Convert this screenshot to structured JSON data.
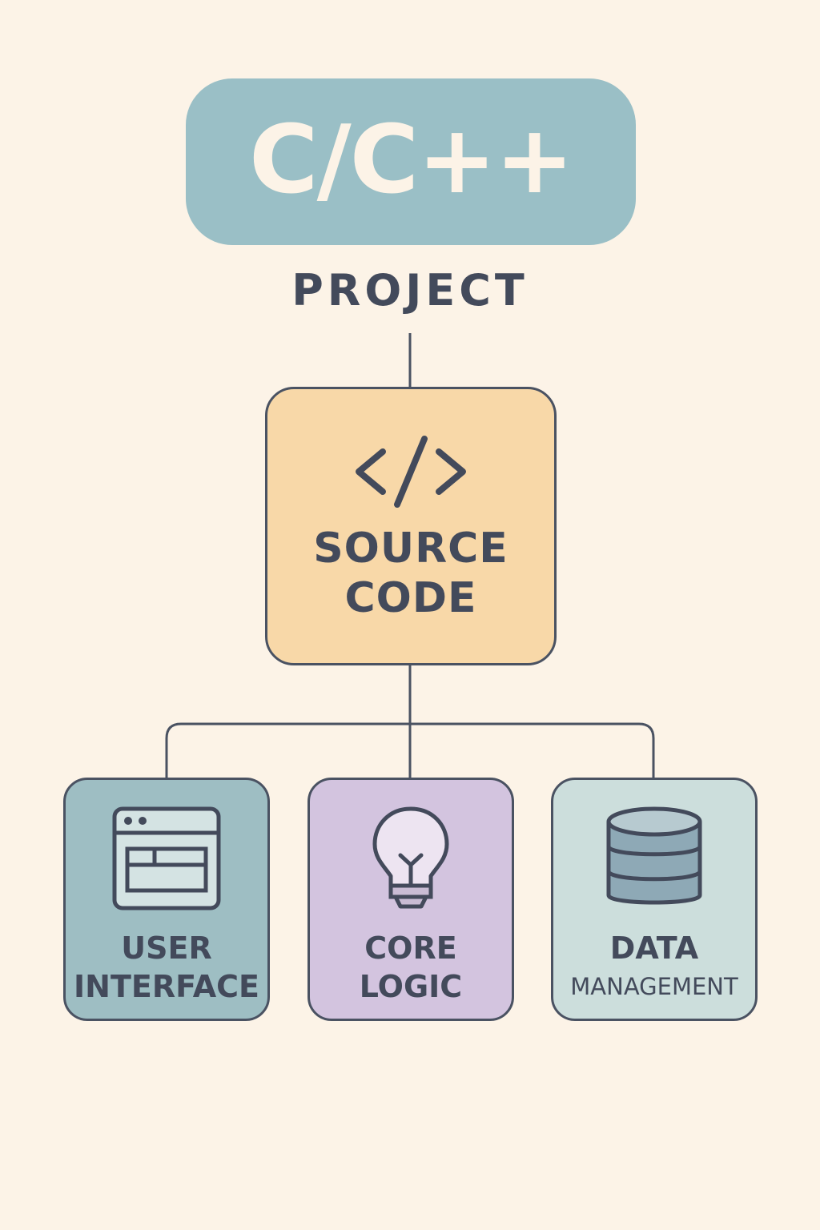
{
  "header": {
    "title": "C/C++",
    "subtitle": "PROJECT"
  },
  "root_node": {
    "icon": "code-brackets-icon",
    "label_line1": "SOURCE",
    "label_line2": "CODE"
  },
  "children": [
    {
      "icon": "browser-window-icon",
      "label_line1": "USER",
      "label_line2": "INTERFACE"
    },
    {
      "icon": "lightbulb-icon",
      "label_line1": "CORE",
      "label_line2": "LOGIC"
    },
    {
      "icon": "database-icon",
      "label_line1": "DATA",
      "label_line2": "MANAGEMENT"
    }
  ],
  "colors": {
    "background": "#FCF3E7",
    "banner": "#9ABFC6",
    "source_code_box": "#F8D8A8",
    "user_interface_box": "#9EBEC3",
    "core_logic_box": "#D3C4DF",
    "data_management_box": "#CCDEDC",
    "outline": "#4A5262",
    "text": "#434A5B"
  }
}
